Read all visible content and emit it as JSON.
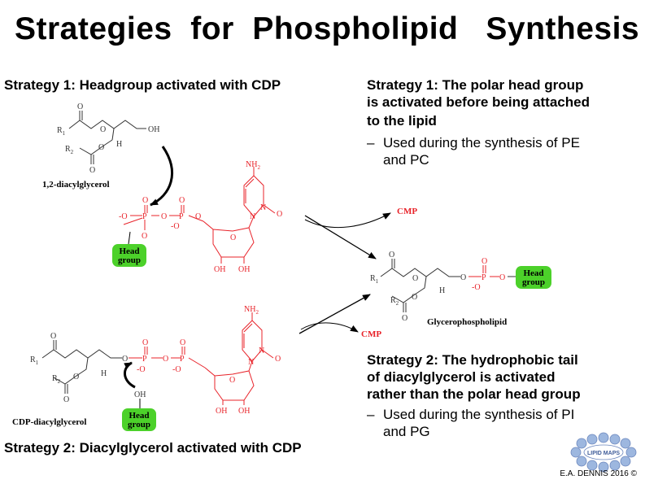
{
  "title": "Strategies  for  Phospholipid   Synthesis",
  "left": {
    "strategy1_heading": "Strategy 1: Headgroup activated with CDP",
    "strategy2_heading": "Strategy 2: Diacylglycerol activated with CDP"
  },
  "right": {
    "strategy1_point": [
      "Strategy 1: The polar head group",
      "is activated before being attached",
      "to the lipid"
    ],
    "strategy1_bullet": [
      "Used during the synthesis of PE",
      "and PC"
    ],
    "strategy2_point": [
      "Strategy 2: The hydrophobic tail",
      "of diacylglycerol is activated",
      "rather than the polar head group"
    ],
    "strategy2_bullet": [
      "Used during the synthesis of PI",
      "and PG"
    ],
    "dash": "–"
  },
  "diagram": {
    "dag_label": "1,2-diacylglycerol",
    "cdp_dag_label": "CDP-diacylglycerol",
    "product_label": "Glycerophospholipid",
    "head_group": [
      "Head",
      "group"
    ],
    "cmp": "CMP",
    "nh2": "NH",
    "nh2_sub": "2",
    "oh": "OH",
    "h": "H",
    "o": "O",
    "n": "N",
    "p": "P",
    "o_minus": "-O",
    "r1": "R",
    "r1_sub": "1",
    "r2": "R",
    "r2_sub": "2"
  },
  "footer": {
    "logo_text": "LIPID MAPS",
    "credit": "E.A. DENNIS 2016 ©"
  },
  "colors": {
    "red": "#e8232a",
    "head_group_green": "#4cd12a",
    "arrow": "#000000"
  }
}
